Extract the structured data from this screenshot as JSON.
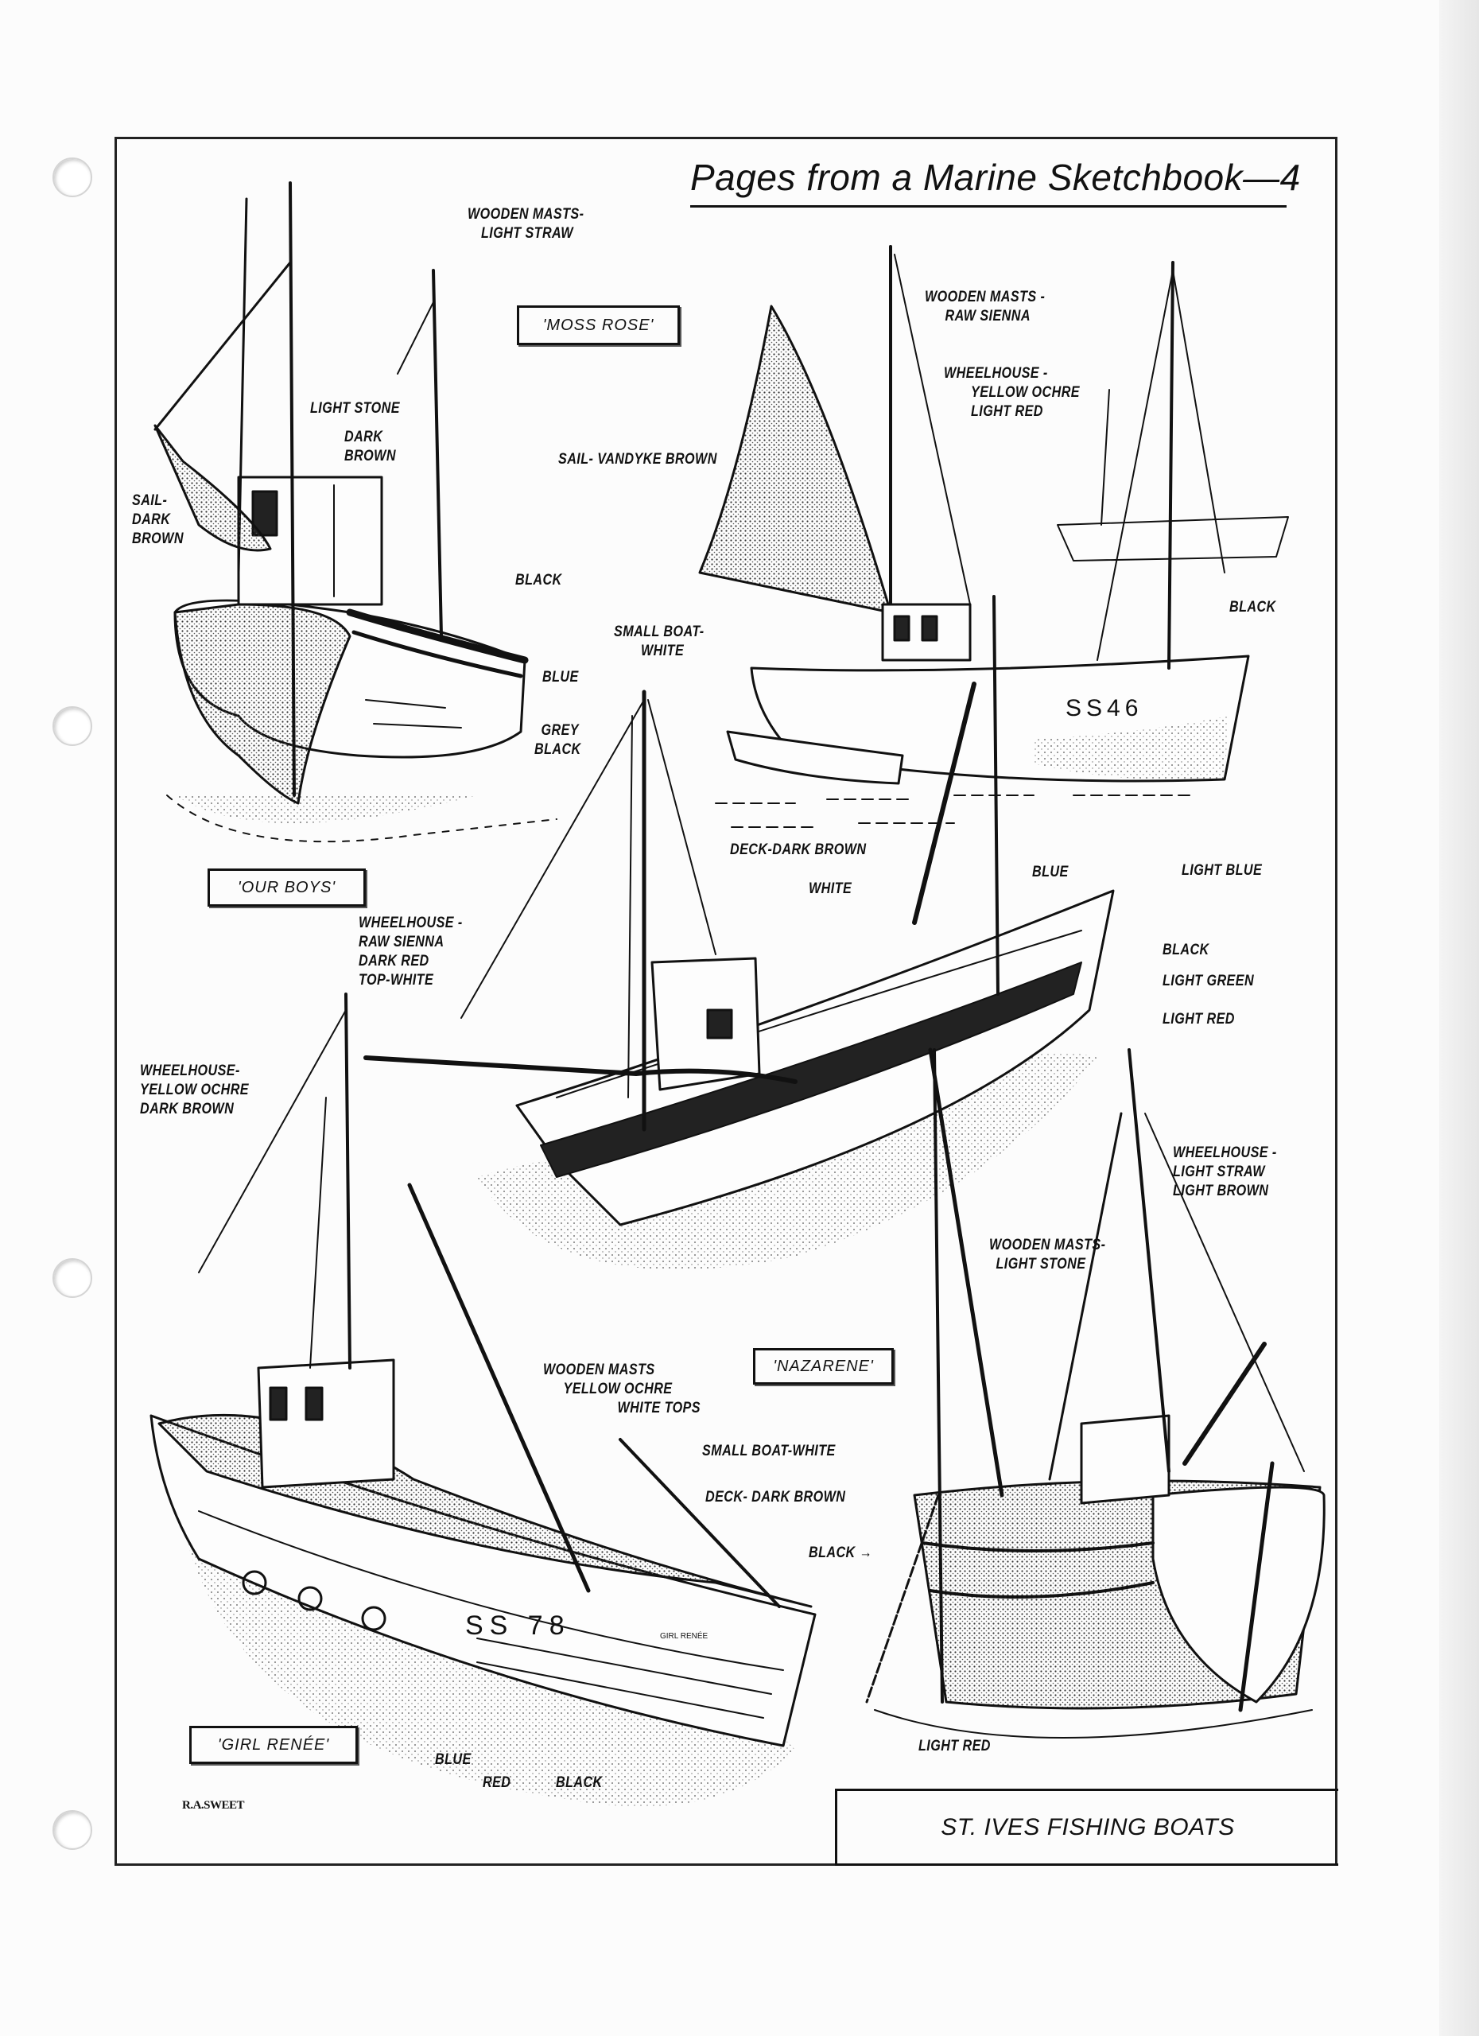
{
  "title": "Pages from a Marine Sketchbook—4",
  "caption": "ST. IVES FISHING BOATS",
  "signature": "R.A.SWEET",
  "boat_names": {
    "moss_rose": "'MOSS ROSE'",
    "our_boys": "'OUR BOYS'",
    "nazarene": "'NAZARENE'",
    "girl_renee": "'GIRL RENÉE'"
  },
  "hull_markings": {
    "moss_rose": "SS46",
    "girl_renee": "SS 78",
    "girl_renee_name": "GIRL RENÉE"
  },
  "labels": {
    "masts_light_straw": [
      "WOODEN MASTS-",
      "LIGHT STRAW"
    ],
    "masts_raw_sienna": [
      "WOODEN MASTS -",
      "RAW SIENNA"
    ],
    "wheelhouse_ochre_red": [
      "WHEELHOUSE -",
      "YELLOW OCHRE",
      "LIGHT RED"
    ],
    "light_stone": [
      "LIGHT STONE"
    ],
    "dark_brown": [
      "DARK",
      "BROWN"
    ],
    "sail_dark_brown": [
      "SAIL-",
      "DARK",
      "BROWN"
    ],
    "sail_vandyke": [
      "SAIL- VANDYKE BROWN"
    ],
    "black_ourboys": [
      "BLACK"
    ],
    "black_mossrose": [
      "BLACK"
    ],
    "small_boat_white_1": [
      "SMALL BOAT-",
      "WHITE"
    ],
    "blue_ourboys": [
      "BLUE"
    ],
    "grey_black": [
      "GREY",
      "BLACK"
    ],
    "deck_dark_brown_1": [
      "DECK-DARK BROWN"
    ],
    "white": [
      "WHITE"
    ],
    "blue_center": [
      "BLUE"
    ],
    "light_blue": [
      "LIGHT BLUE"
    ],
    "wheelhouse_raw_sienna": [
      "WHEELHOUSE -",
      "RAW SIENNA",
      "DARK RED",
      "TOP-WHITE"
    ],
    "black_center": [
      "BLACK"
    ],
    "light_green": [
      "LIGHT GREEN"
    ],
    "light_red_center": [
      "LIGHT RED"
    ],
    "wheelhouse_ochre_brown": [
      "WHEELHOUSE-",
      "YELLOW OCHRE",
      "DARK BROWN"
    ],
    "wheelhouse_straw_brown": [
      "WHEELHOUSE -",
      "LIGHT STRAW",
      "LIGHT BROWN"
    ],
    "masts_light_stone": [
      "WOODEN MASTS-",
      "LIGHT STONE"
    ],
    "masts_ochre_white": [
      "WOODEN MASTS",
      "YELLOW OCHRE",
      "WHITE TOPS"
    ],
    "small_boat_white_2": [
      "SMALL BOAT-WHITE"
    ],
    "deck_dark_brown_2": [
      "DECK- DARK BROWN"
    ],
    "black_nazarene": [
      "BLACK →"
    ],
    "blue_girlrenee": [
      "BLUE"
    ],
    "red_girlrenee": [
      "RED"
    ],
    "black_girlrenee": [
      "BLACK"
    ],
    "light_red_nazarene": [
      "LIGHT RED"
    ]
  }
}
